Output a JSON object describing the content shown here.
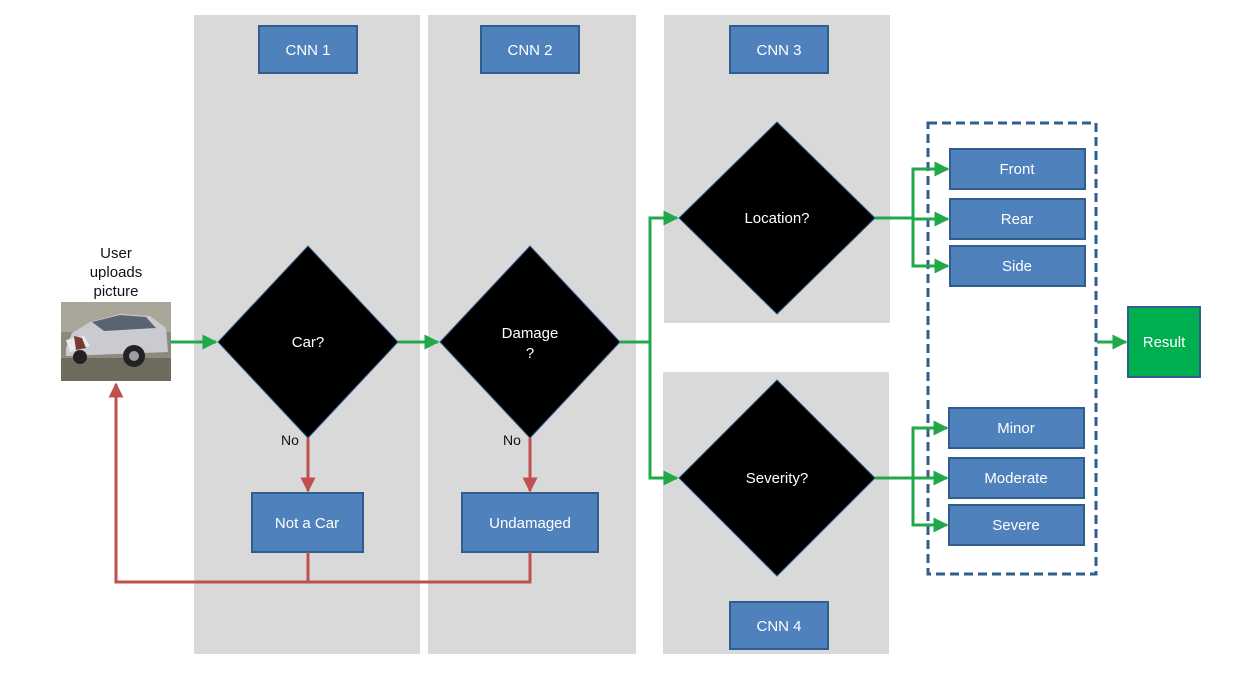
{
  "input": {
    "caption_line1": "User",
    "caption_line2": "uploads",
    "caption_line3": "picture",
    "thumbnail": "damaged-silver-car-photo"
  },
  "stages": {
    "cnn1": "CNN 1",
    "cnn2": "CNN 2",
    "cnn3": "CNN 3",
    "cnn4": "CNN 4"
  },
  "decisions": {
    "car": "Car?",
    "damage_line1": "Damage",
    "damage_line2": "?",
    "location": "Location?",
    "severity": "Severity?"
  },
  "no_labels": {
    "car_no": "No",
    "damage_no": "No"
  },
  "rejections": {
    "not_a_car": "Not a Car",
    "undamaged": "Undamaged"
  },
  "location_outcomes": [
    "Front",
    "Rear",
    "Side"
  ],
  "severity_outcomes": [
    "Minor",
    "Moderate",
    "Severe"
  ],
  "result": "Result",
  "colors": {
    "lane": "#d9d9d9",
    "box_fill": "#4f81bd",
    "box_border": "#2f5d8c",
    "decision_fill": "#000000",
    "yes_arrow": "#21a84a",
    "no_arrow": "#c0504d",
    "group_border": "#2f5d8c",
    "result_fill": "#00b050"
  }
}
